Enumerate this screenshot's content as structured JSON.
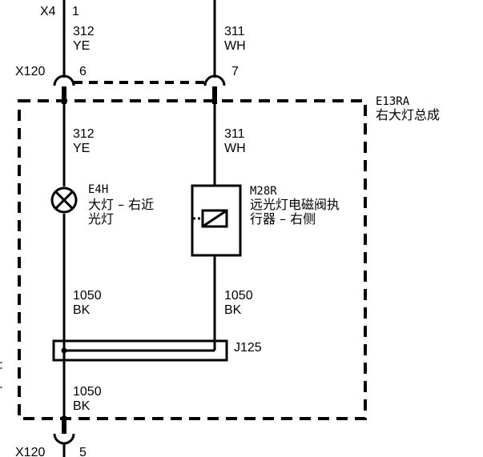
{
  "connectors": {
    "top_x4": {
      "name": "X4",
      "pin": "1"
    },
    "x120_top": {
      "name": "X120",
      "pin_left": "6",
      "pin_right": "7"
    },
    "x120_bottom": {
      "name": "X120",
      "pin": "5"
    }
  },
  "wires": {
    "left_top": {
      "circuit": "312",
      "color": "YE"
    },
    "right_top": {
      "circuit": "311",
      "color": "WH"
    },
    "left_inner": {
      "circuit": "312",
      "color": "YE"
    },
    "right_inner": {
      "circuit": "311",
      "color": "WH"
    },
    "left_lower": {
      "circuit": "1050",
      "color": "BK"
    },
    "right_lower": {
      "circuit": "1050",
      "color": "BK"
    },
    "bottom": {
      "circuit": "1050",
      "color": "BK"
    }
  },
  "assembly": {
    "code": "E13RA",
    "name": "右大灯总成"
  },
  "lamp": {
    "code": "E4H",
    "name_line1": "大灯 – 右近",
    "name_line2": "光灯"
  },
  "solenoid": {
    "code": "M28R",
    "name_line1": "远光灯电磁阀执",
    "name_line2": "行器 – 右侧"
  },
  "splice": {
    "code": "J125"
  }
}
